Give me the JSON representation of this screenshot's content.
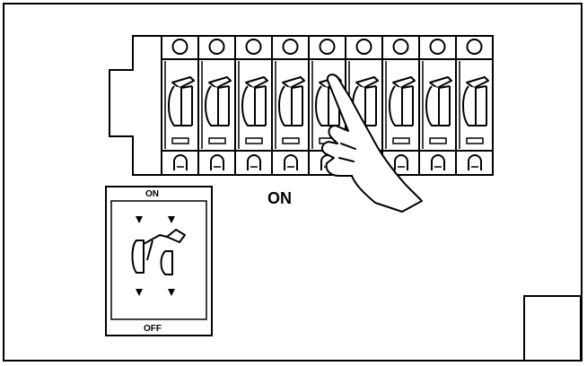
{
  "labels": {
    "on_main": "ON",
    "inset_on": "ON",
    "inset_off": "OFF"
  },
  "breakers": {
    "count": 9,
    "pressed_index": 4
  },
  "icons": [
    "circuit-breaker-icon",
    "hand-icon",
    "arrow-down-icon"
  ],
  "colors": {
    "stroke": "#000000",
    "background": "#ffffff"
  }
}
